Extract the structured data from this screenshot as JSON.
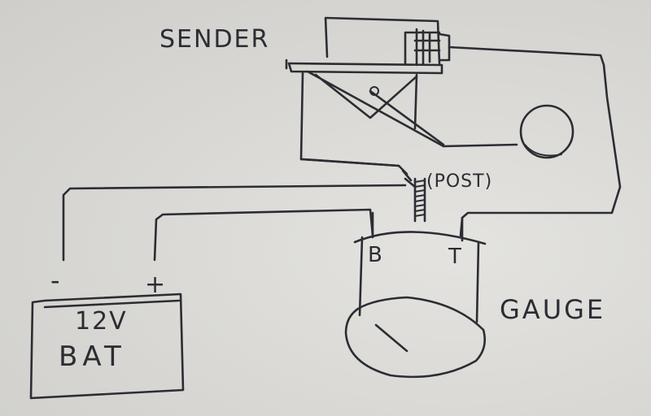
{
  "labels": {
    "sender": "SENDER",
    "post": "(POST)",
    "gauge": "GAUGE",
    "terminal_b": "B",
    "terminal_t": "T",
    "battery_neg": "-",
    "battery_pos": "+",
    "battery_voltage": "12V",
    "battery_name": "BAT"
  },
  "colors": {
    "paper": "#d9d8d4",
    "ink": "#2b2d33"
  }
}
